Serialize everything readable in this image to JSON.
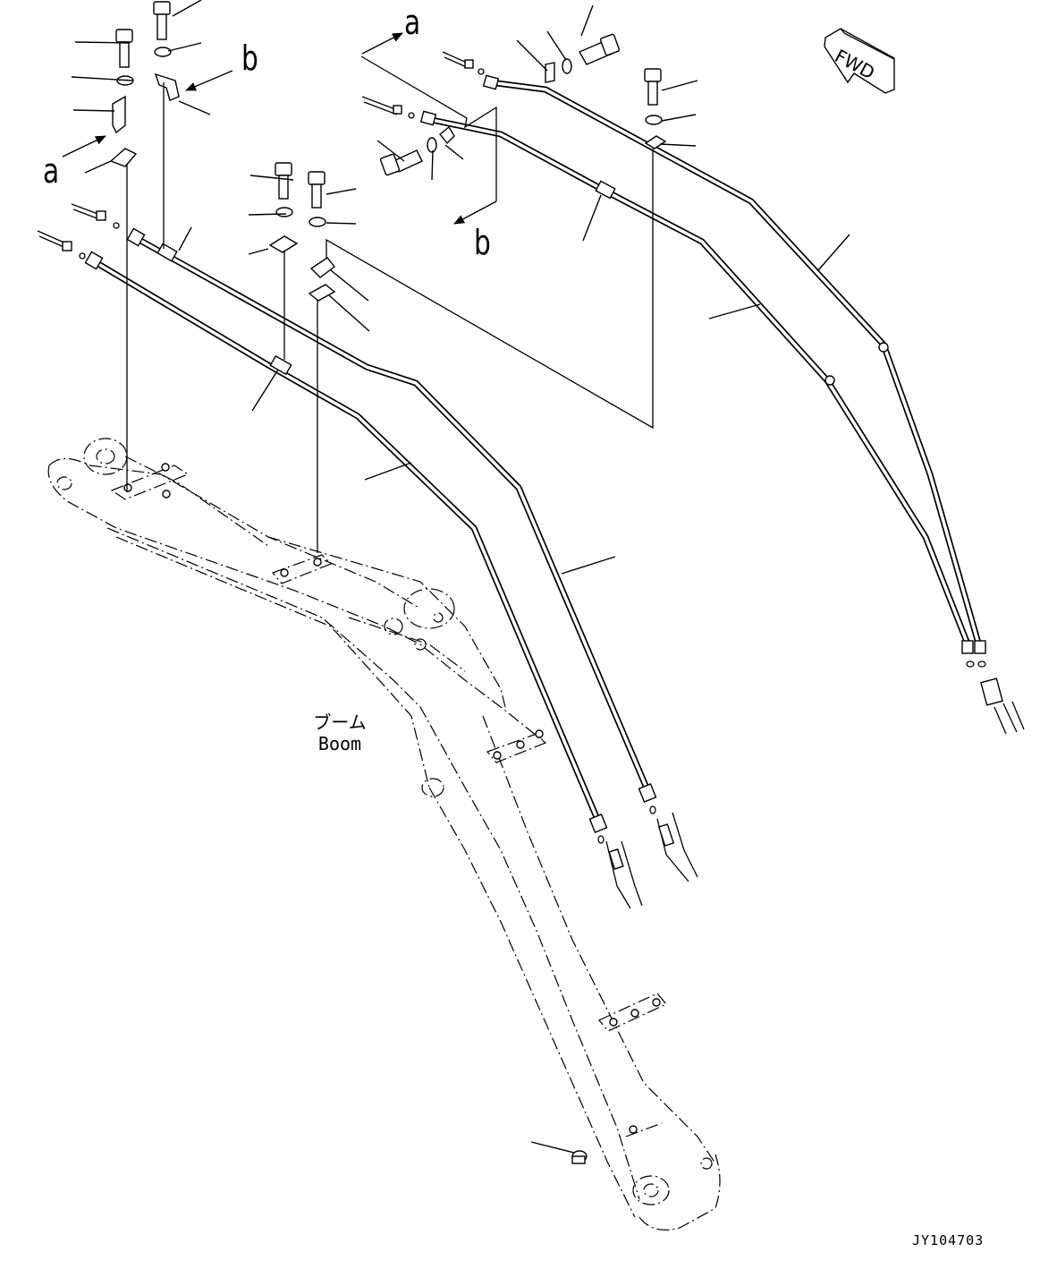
{
  "labels": {
    "a_top": "a",
    "a_left": "a",
    "b_top": "b",
    "b_mid": "b",
    "fwd": "FWD",
    "boom_jp": "ブーム",
    "boom_en": "Boom",
    "drawing_code": "JY104703"
  },
  "icons": {
    "fwd_arrow": "fwd-arrow-icon",
    "detail_arrow": "detail-pointer-arrow-icon"
  }
}
